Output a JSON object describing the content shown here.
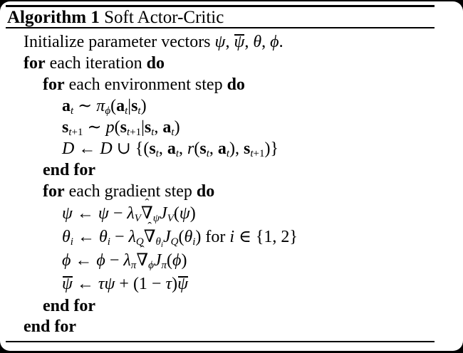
{
  "window": {
    "background_color": "#ffffff",
    "frame_color": "#000000",
    "text_color": "#000000"
  },
  "header": {
    "label_bold": "Algorithm 1",
    "label_rest": " Soft Actor-Critic"
  },
  "algorithm": {
    "lines": [
      {
        "indent": 0,
        "tokens": [
          {
            "t": "Initialize parameter vectors "
          },
          {
            "t": "ψ",
            "s": "i"
          },
          {
            "t": ", "
          },
          {
            "t": "ψ",
            "s": "bar"
          },
          {
            "t": ", "
          },
          {
            "t": "θ",
            "s": "i"
          },
          {
            "t": ", "
          },
          {
            "t": "ϕ",
            "s": "i"
          },
          {
            "t": "."
          }
        ]
      },
      {
        "indent": 0,
        "tokens": [
          {
            "t": "for",
            "s": "b"
          },
          {
            "t": " each iteration "
          },
          {
            "t": "do",
            "s": "b"
          }
        ]
      },
      {
        "indent": 1,
        "tokens": [
          {
            "t": "for",
            "s": "b"
          },
          {
            "t": " each environment step "
          },
          {
            "t": "do",
            "s": "b"
          }
        ]
      },
      {
        "indent": 2,
        "tokens": [
          {
            "t": "a",
            "s": "bm"
          },
          {
            "t": "t",
            "s": "sub"
          },
          {
            "t": " ∼ "
          },
          {
            "t": "π",
            "s": "i"
          },
          {
            "t": "ϕ",
            "s": "sub"
          },
          {
            "t": "("
          },
          {
            "t": "a",
            "s": "bm"
          },
          {
            "t": "t",
            "s": "sub"
          },
          {
            "t": "|"
          },
          {
            "t": "s",
            "s": "bm"
          },
          {
            "t": "t",
            "s": "sub"
          },
          {
            "t": ")"
          }
        ]
      },
      {
        "indent": 2,
        "tokens": [
          {
            "t": "s",
            "s": "bm"
          },
          {
            "t": "t",
            "s": "sub"
          },
          {
            "t": "+1",
            "s": "subr"
          },
          {
            "t": " ∼ "
          },
          {
            "t": "p",
            "s": "i"
          },
          {
            "t": "("
          },
          {
            "t": "s",
            "s": "bm"
          },
          {
            "t": "t",
            "s": "sub"
          },
          {
            "t": "+1",
            "s": "subr"
          },
          {
            "t": "|"
          },
          {
            "t": "s",
            "s": "bm"
          },
          {
            "t": "t",
            "s": "sub"
          },
          {
            "t": ", "
          },
          {
            "t": "a",
            "s": "bm"
          },
          {
            "t": "t",
            "s": "sub"
          },
          {
            "t": ")"
          }
        ]
      },
      {
        "indent": 2,
        "tokens": [
          {
            "t": "D",
            "s": "cal"
          },
          {
            "t": " ← "
          },
          {
            "t": "D",
            "s": "cal"
          },
          {
            "t": " ∪ "
          },
          {
            "t": "{("
          },
          {
            "t": "s",
            "s": "bm"
          },
          {
            "t": "t",
            "s": "sub"
          },
          {
            "t": ", "
          },
          {
            "t": "a",
            "s": "bm"
          },
          {
            "t": "t",
            "s": "sub"
          },
          {
            "t": ", "
          },
          {
            "t": "r",
            "s": "i"
          },
          {
            "t": "("
          },
          {
            "t": "s",
            "s": "bm"
          },
          {
            "t": "t",
            "s": "sub"
          },
          {
            "t": ", "
          },
          {
            "t": "a",
            "s": "bm"
          },
          {
            "t": "t",
            "s": "sub"
          },
          {
            "t": "), "
          },
          {
            "t": "s",
            "s": "bm"
          },
          {
            "t": "t",
            "s": "sub"
          },
          {
            "t": "+1",
            "s": "subr"
          },
          {
            "t": ")}"
          }
        ]
      },
      {
        "indent": 1,
        "tokens": [
          {
            "t": "end for",
            "s": "b"
          }
        ]
      },
      {
        "indent": 1,
        "tokens": [
          {
            "t": "for",
            "s": "b"
          },
          {
            "t": " each gradient step "
          },
          {
            "t": "do",
            "s": "b"
          }
        ]
      },
      {
        "indent": 2,
        "tokens": [
          {
            "t": "ψ",
            "s": "i"
          },
          {
            "t": " ← "
          },
          {
            "t": "ψ",
            "s": "i"
          },
          {
            "t": " − "
          },
          {
            "t": "λ",
            "s": "i"
          },
          {
            "t": "V",
            "s": "sub"
          },
          {
            "t": "∇",
            "s": "hat"
          },
          {
            "t": "ψ",
            "s": "sub"
          },
          {
            "t": "J",
            "s": "i"
          },
          {
            "t": "V",
            "s": "sub"
          },
          {
            "t": "("
          },
          {
            "t": "ψ",
            "s": "i"
          },
          {
            "t": ")"
          }
        ]
      },
      {
        "indent": 2,
        "tokens": [
          {
            "t": "θ",
            "s": "i"
          },
          {
            "t": "i",
            "s": "sub"
          },
          {
            "t": " ← "
          },
          {
            "t": "θ",
            "s": "i"
          },
          {
            "t": "i",
            "s": "sub"
          },
          {
            "t": " − "
          },
          {
            "t": "λ",
            "s": "i"
          },
          {
            "t": "Q",
            "s": "sub"
          },
          {
            "t": "∇",
            "s": "hat"
          },
          {
            "t": "θ",
            "s": "sub"
          },
          {
            "t": "i",
            "s": "ssub"
          },
          {
            "t": "J",
            "s": "i"
          },
          {
            "t": "Q",
            "s": "sub"
          },
          {
            "t": "("
          },
          {
            "t": "θ",
            "s": "i"
          },
          {
            "t": "i",
            "s": "sub"
          },
          {
            "t": ")"
          },
          {
            "t": " for "
          },
          {
            "t": "i",
            "s": "i"
          },
          {
            "t": " ∈ "
          },
          {
            "t": "{1, 2}"
          }
        ]
      },
      {
        "indent": 2,
        "tokens": [
          {
            "t": "ϕ",
            "s": "i"
          },
          {
            "t": " ← "
          },
          {
            "t": "ϕ",
            "s": "i"
          },
          {
            "t": " − "
          },
          {
            "t": "λ",
            "s": "i"
          },
          {
            "t": "π",
            "s": "sub"
          },
          {
            "t": "∇",
            "s": "hat"
          },
          {
            "t": "ϕ",
            "s": "sub"
          },
          {
            "t": "J",
            "s": "i"
          },
          {
            "t": "π",
            "s": "sub"
          },
          {
            "t": "("
          },
          {
            "t": "ϕ",
            "s": "i"
          },
          {
            "t": ")"
          }
        ]
      },
      {
        "indent": 2,
        "tokens": [
          {
            "t": "ψ",
            "s": "bar"
          },
          {
            "t": " ← "
          },
          {
            "t": "τ",
            "s": "i"
          },
          {
            "t": "ψ",
            "s": "i"
          },
          {
            "t": " + (1 − "
          },
          {
            "t": "τ",
            "s": "i"
          },
          {
            "t": ")"
          },
          {
            "t": "ψ",
            "s": "bar"
          }
        ]
      },
      {
        "indent": 1,
        "tokens": [
          {
            "t": "end for",
            "s": "b"
          }
        ]
      },
      {
        "indent": 0,
        "tokens": [
          {
            "t": "end for",
            "s": "b"
          }
        ]
      }
    ]
  }
}
